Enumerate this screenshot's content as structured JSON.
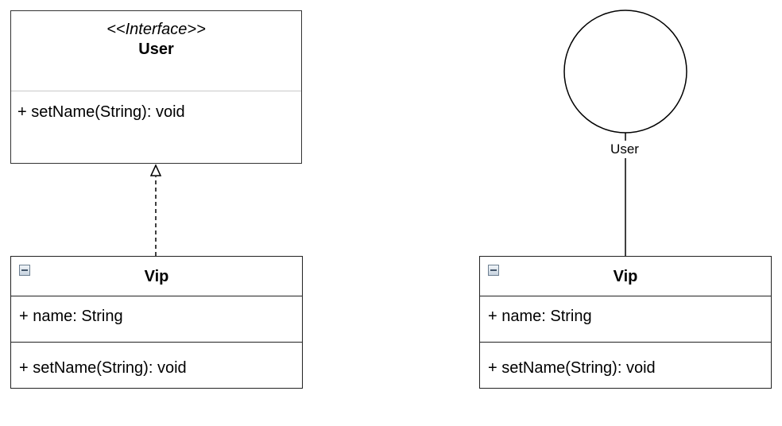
{
  "interface": {
    "stereotype": "<<Interface>>",
    "name": "User",
    "operation": "+ setName(String): void"
  },
  "left_class": {
    "name": "Vip",
    "attribute": "+ name: String",
    "operation": "+ setName(String): void"
  },
  "right_class": {
    "name": "Vip",
    "attribute": "+ name: String",
    "operation": "+ setName(String): void"
  },
  "lollipop": {
    "label": "User"
  }
}
